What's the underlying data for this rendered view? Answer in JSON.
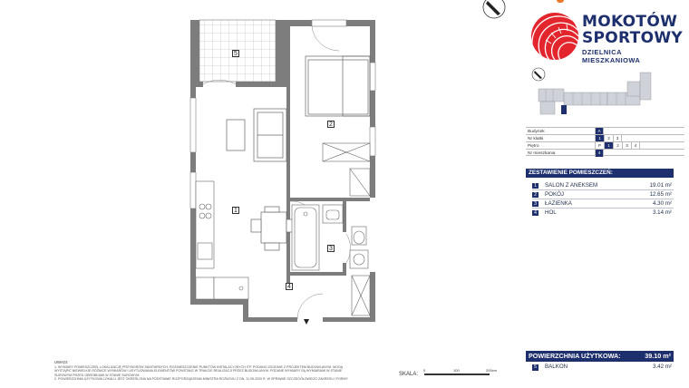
{
  "brand": {
    "line1": "MOKOTÓW",
    "line2": "SPORTOWY",
    "line3": "DZIELNICA MIESZKANIOWA",
    "primary_color": "#1e2f6e",
    "accent_color": "#e3262e",
    "orange_color": "#e87a2c"
  },
  "plan": {
    "room_labels": [
      "5",
      "2",
      "1",
      "3",
      "4"
    ],
    "compass_icon": "north-arrow-icon"
  },
  "selector": {
    "rows": [
      {
        "label": "Budynek",
        "cells": [
          "A"
        ],
        "active": 0
      },
      {
        "label": "Nr klatki",
        "cells": [
          "1",
          "2",
          "3"
        ],
        "active": 0
      },
      {
        "label": "Piętro",
        "cells": [
          "P",
          "1",
          "2",
          "3",
          "4"
        ],
        "active": 1
      },
      {
        "label": "Nr mieszkania",
        "cells": [
          "4"
        ],
        "active": 0
      }
    ]
  },
  "summary": {
    "heading": "ZESTAWIENIE POMIESZCZEŃ:",
    "rooms": [
      {
        "num": "1",
        "name": "SALON Z ANEKSEM",
        "area": "19.01 m²"
      },
      {
        "num": "2",
        "name": "POKÓJ",
        "area": "12.65 m²"
      },
      {
        "num": "3",
        "name": "ŁAZIENKA",
        "area": "4.30 m²"
      },
      {
        "num": "4",
        "name": "HOL",
        "area": "3.14 m²"
      }
    ],
    "total_label": "POWIERZCHNIA UŻYTKOWA:",
    "total_value": "39.10 m²",
    "balcony": {
      "num": "5",
      "name": "BALKON",
      "area": "3.42 m²"
    }
  },
  "notes": {
    "title": "UWAGI:",
    "line1": "1. WYMIARY POMIESZCZEŃ, LOKALIZACJĘ PRZYBORÓW SANITARNYCH, ROZMIESZCZENIE PUNKTÓW INSTALACYJNYCH ITP. PODANO ZGODNIE Z PROJEKTEM BUDOWLANYM. MOGĄ",
    "line2": "WYSTĄPIĆ NIEWIELKIE RÓŻNICE WYMIARÓW I USYTUOWANIA ELEMENTÓW POWSTAŁE W TRAKCIE REALIZACJI PRZEZ BUDOWLANYM. PODANE WYMIARY SĄ WYMIARAMI W STANIE",
    "line3": "SUROWYM PRZED OBRÓBKAMI W STANIE SUROWYM.",
    "line4": "2. POWIERZCHNIA UŻYTKOWA LOKALU JEST OKREŚLONA NA PODSTAWIE ROZPORZĄDZENIA MINISTRA ROZWOJU Z DN. 11.09.2020 R. W SPRAWIE SZCZEGÓŁOWEGO ZAKRESU I FORMY"
  },
  "scale": {
    "label": "SKALA:",
    "ticks": [
      "0",
      "100",
      "200cm"
    ]
  }
}
